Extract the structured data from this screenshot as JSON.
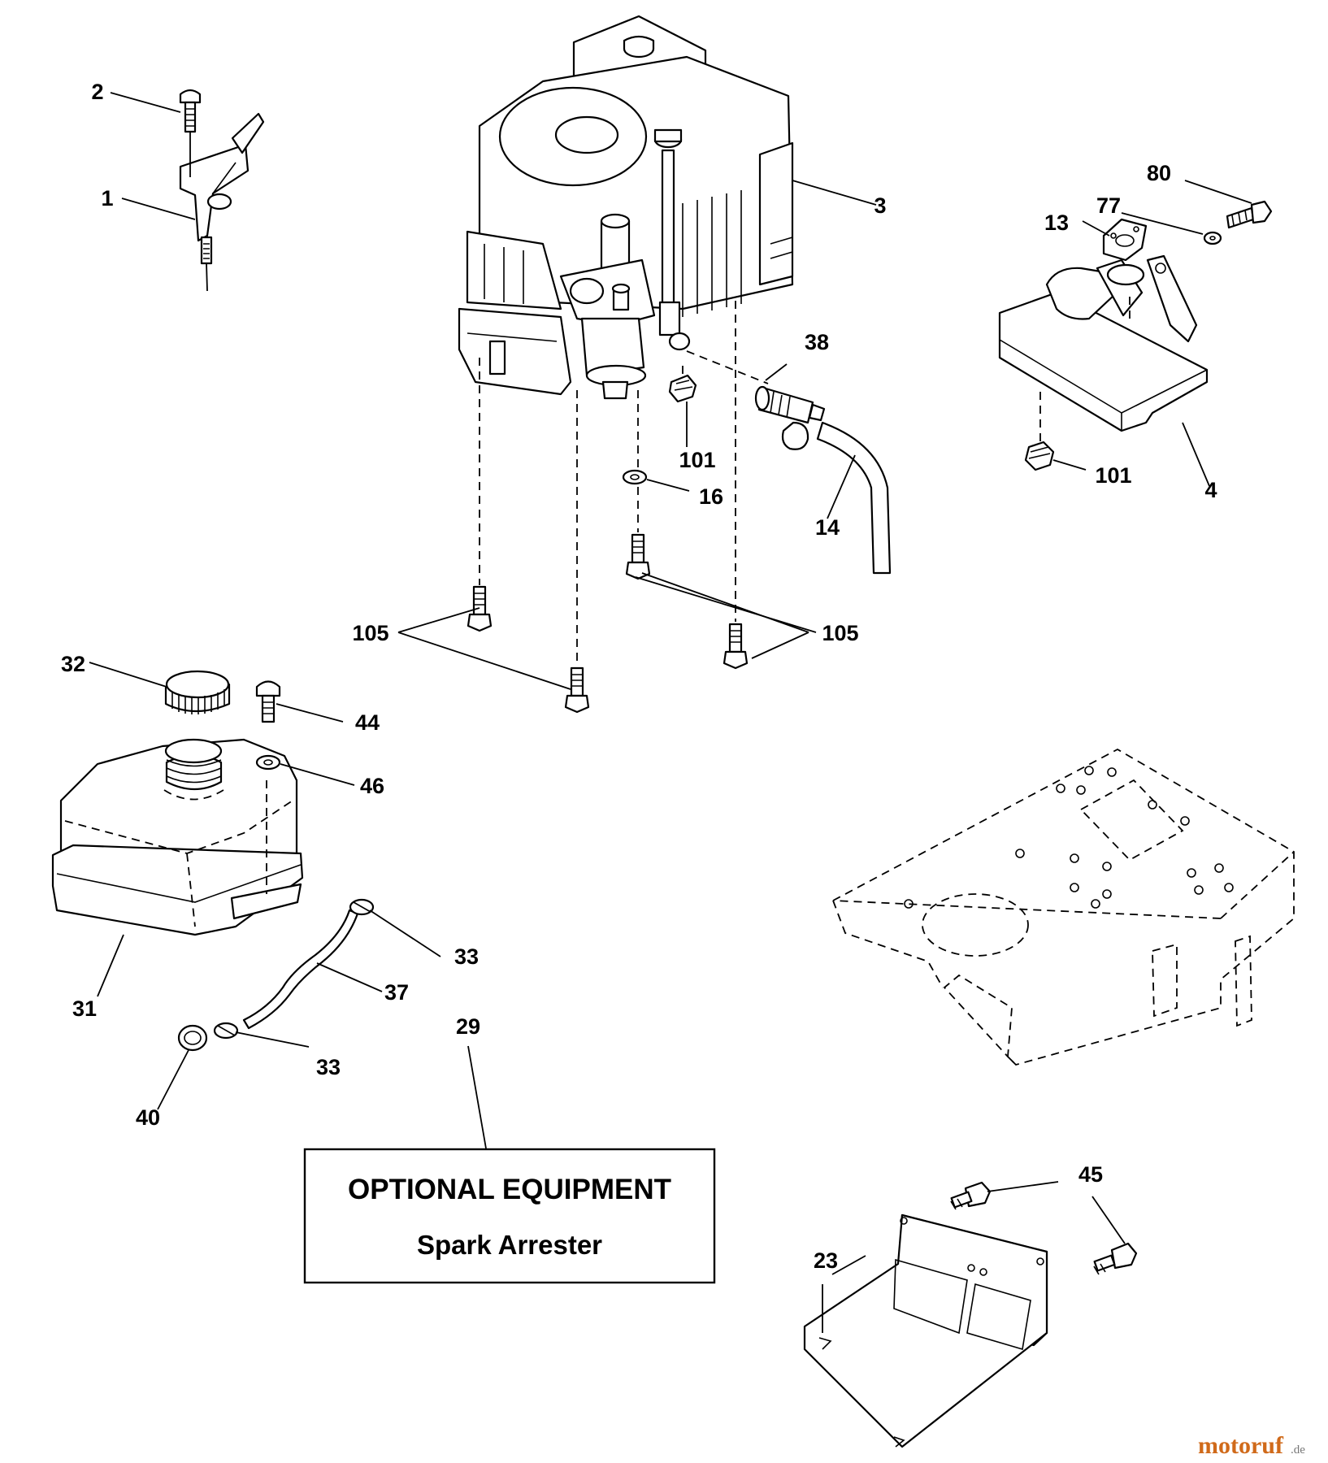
{
  "callouts": {
    "c1": "1",
    "c2": "2",
    "c3": "3",
    "c4": "4",
    "c13": "13",
    "c14": "14",
    "c16": "16",
    "c23": "23",
    "c29": "29",
    "c31": "31",
    "c32": "32",
    "c33a": "33",
    "c33b": "33",
    "c37": "37",
    "c38": "38",
    "c40": "40",
    "c44": "44",
    "c45": "45",
    "c46": "46",
    "c77": "77",
    "c80": "80",
    "c101a": "101",
    "c101b": "101",
    "c105a": "105",
    "c105b": "105"
  },
  "optional_box": {
    "title": "OPTIONAL EQUIPMENT",
    "subtitle": "Spark Arrester"
  },
  "watermark": {
    "brand": "motoruf",
    "tld": ".de",
    "brand_color": "#d06a1a",
    "tld_color": "#777777"
  }
}
